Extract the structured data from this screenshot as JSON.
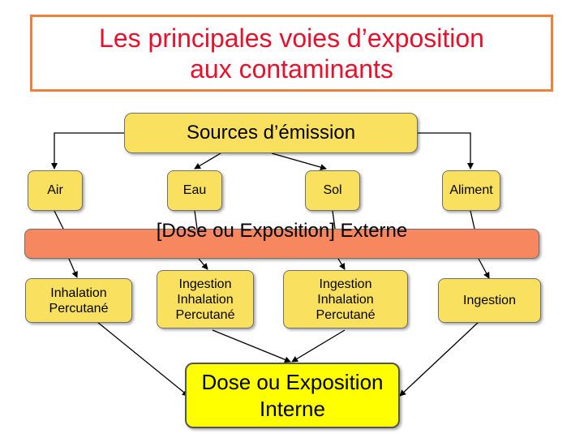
{
  "title": {
    "line1": "Les principales voies d’exposition",
    "line2": "aux contaminants"
  },
  "sources": "Sources d’émission",
  "media": [
    "Air",
    "Eau",
    "Sol",
    "Aliment"
  ],
  "external": "[Dose ou Exposition] Externe",
  "routes": [
    [
      "Inhalation",
      "Percutané"
    ],
    [
      "Ingestion",
      "Inhalation",
      "Percutané"
    ],
    [
      "Ingestion",
      "Inhalation",
      "Percutané"
    ],
    [
      "Ingestion"
    ]
  ],
  "internal": {
    "line1": "Dose ou Exposition",
    "line2": "Interne"
  },
  "colors": {
    "title_text": "#e8102a",
    "title_border": "#f07f3c",
    "box_yellow": "#f9e15f",
    "box_orange": "#f7875f",
    "box_bright": "#ffff00"
  }
}
